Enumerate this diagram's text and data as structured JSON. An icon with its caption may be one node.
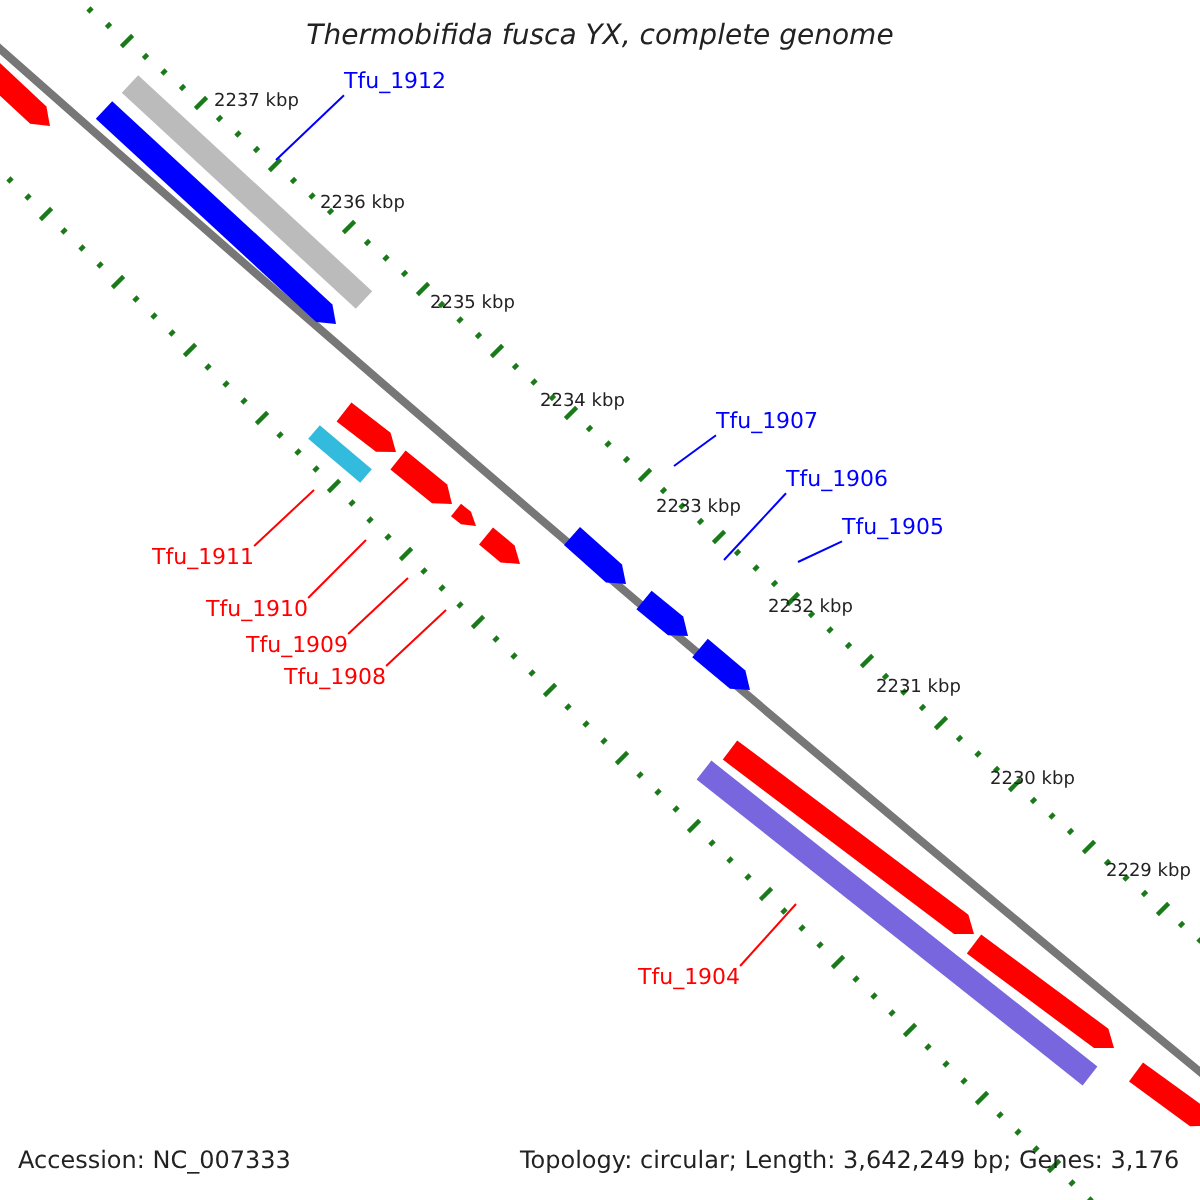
{
  "diagram": {
    "title": "Thermobifida fusca YX, complete genome",
    "nodes": [
      {
        "text": [
          "Tfu_1912"
        ]
      },
      {
        "text": [
          "Tfu_1907"
        ]
      },
      {
        "text": [
          "Tfu_1906"
        ]
      },
      {
        "text": [
          "Tfu_1905"
        ]
      },
      {
        "text": [
          "Tfu_1911"
        ]
      },
      {
        "text": [
          "Tfu_1910"
        ]
      },
      {
        "text": [
          "Tfu_1909"
        ]
      },
      {
        "text": [
          "Tfu_1908"
        ]
      },
      {
        "text": [
          "Tfu_1904"
        ]
      }
    ],
    "edges": [
      {
        "from": 0,
        "to": null,
        "arrow": "none",
        "color": "#0000ff"
      },
      {
        "from": 1,
        "to": null,
        "arrow": "none",
        "color": "#0000ff"
      },
      {
        "from": 2,
        "to": null,
        "arrow": "none",
        "color": "#0000ff"
      },
      {
        "from": 3,
        "to": null,
        "arrow": "none",
        "color": "#0000ff"
      },
      {
        "from": 4,
        "to": null,
        "arrow": "none"
      },
      {
        "from": 5,
        "to": null,
        "arrow": "none"
      },
      {
        "from": 6,
        "to": null,
        "arrow": "none"
      },
      {
        "from": 7,
        "to": null,
        "arrow": "none"
      },
      {
        "from": 8,
        "to": null,
        "arrow": "none"
      }
    ],
    "labels": [
      "2237 kbp",
      "2236 kbp",
      "2235 kbp",
      "2234 kbp",
      "2233 kbp",
      "2232 kbp",
      "2231 kbp",
      "2230 kbp",
      "2229 kbp",
      "Accession: NC_007333",
      "Topology: circular; Length: 3,642,249 bp; Genes: 3,176"
    ]
  }
}
